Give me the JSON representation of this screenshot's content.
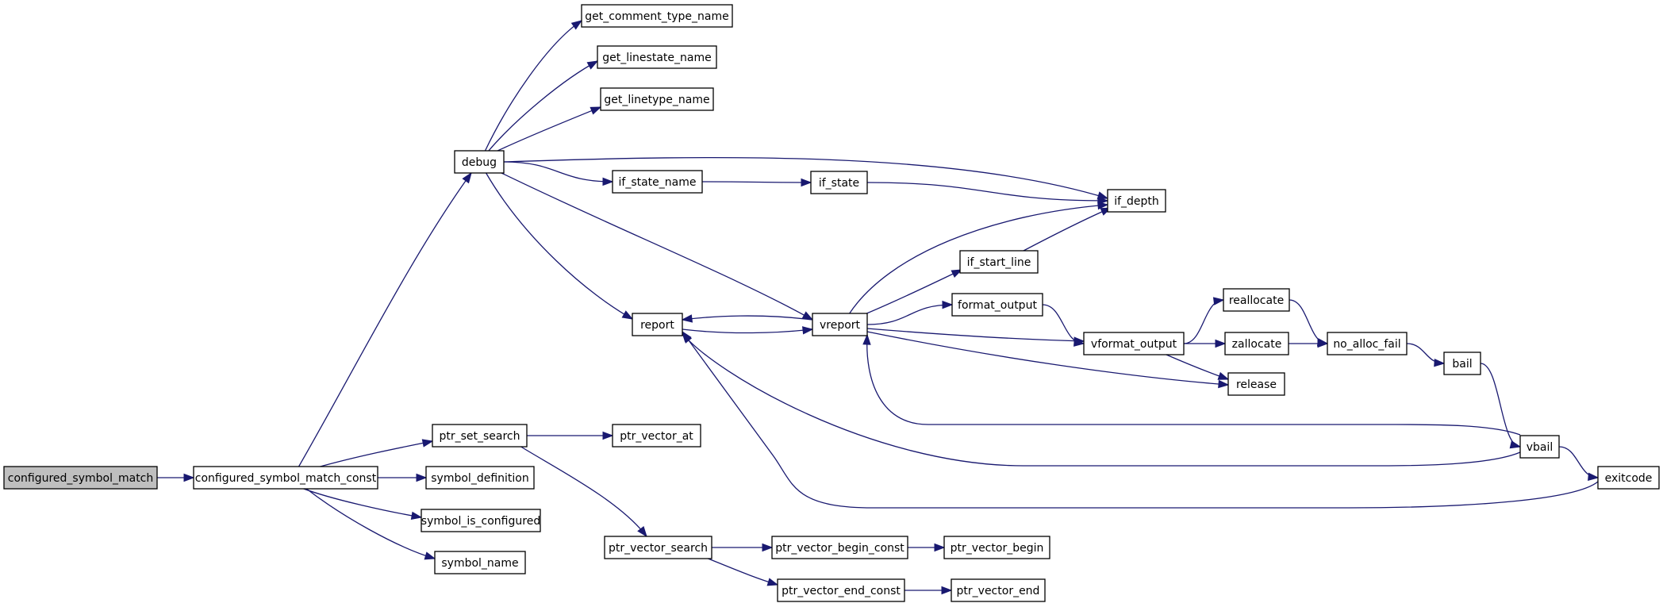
{
  "graph": {
    "nodes": [
      {
        "id": "configured_symbol_match",
        "label": "configured_symbol_match",
        "root": true
      },
      {
        "id": "configured_symbol_match_const",
        "label": "configured_symbol_match_const"
      },
      {
        "id": "debug",
        "label": "debug"
      },
      {
        "id": "get_comment_type_name",
        "label": "get_comment_type_name"
      },
      {
        "id": "get_linestate_name",
        "label": "get_linestate_name"
      },
      {
        "id": "get_linetype_name",
        "label": "get_linetype_name"
      },
      {
        "id": "if_state_name",
        "label": "if_state_name"
      },
      {
        "id": "if_state",
        "label": "if_state"
      },
      {
        "id": "if_depth",
        "label": "if_depth"
      },
      {
        "id": "if_start_line",
        "label": "if_start_line"
      },
      {
        "id": "report",
        "label": "report"
      },
      {
        "id": "vreport",
        "label": "vreport"
      },
      {
        "id": "format_output",
        "label": "format_output"
      },
      {
        "id": "vformat_output",
        "label": "vformat_output"
      },
      {
        "id": "reallocate",
        "label": "reallocate"
      },
      {
        "id": "zallocate",
        "label": "zallocate"
      },
      {
        "id": "no_alloc_fail",
        "label": "no_alloc_fail"
      },
      {
        "id": "release",
        "label": "release"
      },
      {
        "id": "bail",
        "label": "bail"
      },
      {
        "id": "vbail",
        "label": "vbail"
      },
      {
        "id": "exitcode",
        "label": "exitcode"
      },
      {
        "id": "ptr_set_search",
        "label": "ptr_set_search"
      },
      {
        "id": "ptr_vector_at",
        "label": "ptr_vector_at"
      },
      {
        "id": "symbol_definition",
        "label": "symbol_definition"
      },
      {
        "id": "symbol_is_configured",
        "label": "symbol_is_configured"
      },
      {
        "id": "symbol_name",
        "label": "symbol_name"
      },
      {
        "id": "ptr_vector_search",
        "label": "ptr_vector_search"
      },
      {
        "id": "ptr_vector_begin_const",
        "label": "ptr_vector_begin_const"
      },
      {
        "id": "ptr_vector_begin",
        "label": "ptr_vector_begin"
      },
      {
        "id": "ptr_vector_end_const",
        "label": "ptr_vector_end_const"
      },
      {
        "id": "ptr_vector_end",
        "label": "ptr_vector_end"
      }
    ],
    "edges": [
      {
        "from": "configured_symbol_match",
        "to": "configured_symbol_match_const"
      },
      {
        "from": "configured_symbol_match_const",
        "to": "debug"
      },
      {
        "from": "configured_symbol_match_const",
        "to": "ptr_set_search"
      },
      {
        "from": "configured_symbol_match_const",
        "to": "symbol_definition"
      },
      {
        "from": "configured_symbol_match_const",
        "to": "symbol_is_configured"
      },
      {
        "from": "configured_symbol_match_const",
        "to": "symbol_name"
      },
      {
        "from": "debug",
        "to": "get_comment_type_name"
      },
      {
        "from": "debug",
        "to": "get_linestate_name"
      },
      {
        "from": "debug",
        "to": "get_linetype_name"
      },
      {
        "from": "debug",
        "to": "if_depth"
      },
      {
        "from": "debug",
        "to": "if_state_name"
      },
      {
        "from": "debug",
        "to": "report"
      },
      {
        "from": "debug",
        "to": "vreport"
      },
      {
        "from": "if_state_name",
        "to": "if_state"
      },
      {
        "from": "if_state",
        "to": "if_depth"
      },
      {
        "from": "if_start_line",
        "to": "if_depth"
      },
      {
        "from": "vreport",
        "to": "if_depth"
      },
      {
        "from": "vreport",
        "to": "if_start_line"
      },
      {
        "from": "vreport",
        "to": "report"
      },
      {
        "from": "report",
        "to": "vreport"
      },
      {
        "from": "vreport",
        "to": "format_output"
      },
      {
        "from": "vreport",
        "to": "vformat_output"
      },
      {
        "from": "vreport",
        "to": "release"
      },
      {
        "from": "format_output",
        "to": "vformat_output"
      },
      {
        "from": "vformat_output",
        "to": "reallocate"
      },
      {
        "from": "vformat_output",
        "to": "zallocate"
      },
      {
        "from": "vformat_output",
        "to": "release"
      },
      {
        "from": "reallocate",
        "to": "no_alloc_fail"
      },
      {
        "from": "zallocate",
        "to": "no_alloc_fail"
      },
      {
        "from": "no_alloc_fail",
        "to": "bail"
      },
      {
        "from": "bail",
        "to": "vbail"
      },
      {
        "from": "vbail",
        "to": "vreport"
      },
      {
        "from": "vbail",
        "to": "report"
      },
      {
        "from": "vbail",
        "to": "exitcode"
      },
      {
        "from": "exitcode",
        "to": "report"
      },
      {
        "from": "ptr_set_search",
        "to": "ptr_vector_at"
      },
      {
        "from": "ptr_set_search",
        "to": "ptr_vector_search"
      },
      {
        "from": "ptr_vector_search",
        "to": "ptr_vector_begin_const"
      },
      {
        "from": "ptr_vector_search",
        "to": "ptr_vector_end_const"
      },
      {
        "from": "ptr_vector_begin_const",
        "to": "ptr_vector_begin"
      },
      {
        "from": "ptr_vector_end_const",
        "to": "ptr_vector_end"
      }
    ]
  }
}
